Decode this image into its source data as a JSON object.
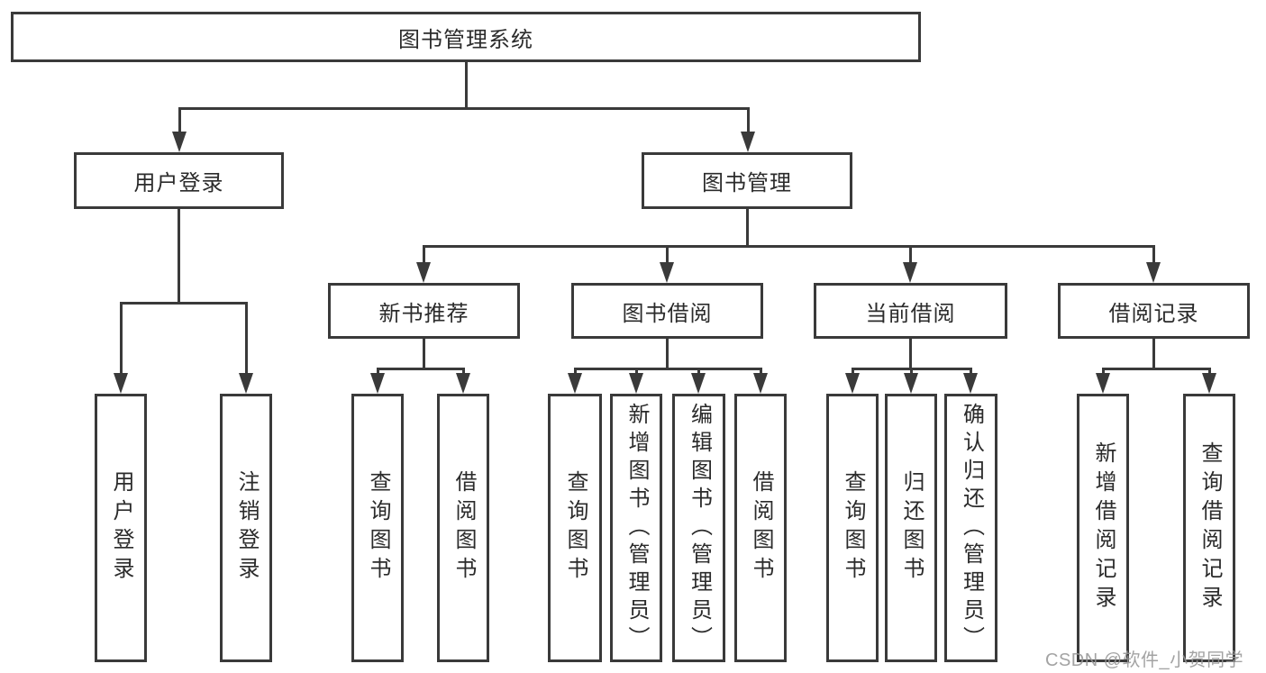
{
  "tree": {
    "label": "图书管理系统",
    "children": [
      {
        "label": "用户登录",
        "children": [
          {
            "label": "用户登录"
          },
          {
            "label": "注销登录"
          }
        ]
      },
      {
        "label": "图书管理",
        "children": [
          {
            "label": "新书推荐",
            "children": [
              {
                "label": "查询图书"
              },
              {
                "label": "借阅图书"
              }
            ]
          },
          {
            "label": "图书借阅",
            "children": [
              {
                "label": "查询图书"
              },
              {
                "label": "新增图书（管理员）"
              },
              {
                "label": "编辑图书（管理员）"
              },
              {
                "label": "借阅图书"
              }
            ]
          },
          {
            "label": "当前借阅",
            "children": [
              {
                "label": "查询图书"
              },
              {
                "label": "归还图书"
              },
              {
                "label": "确认归还（管理员）"
              }
            ]
          },
          {
            "label": "借阅记录",
            "children": [
              {
                "label": "新增借阅记录"
              },
              {
                "label": "查询借阅记录"
              }
            ]
          }
        ]
      }
    ]
  },
  "watermark": {
    "text": "CSDN @软件_小贺同学"
  },
  "colors": {
    "line": "#3a3a3a",
    "text": "#2b2b2b",
    "background": "#ffffff",
    "watermark": "#969696"
  }
}
